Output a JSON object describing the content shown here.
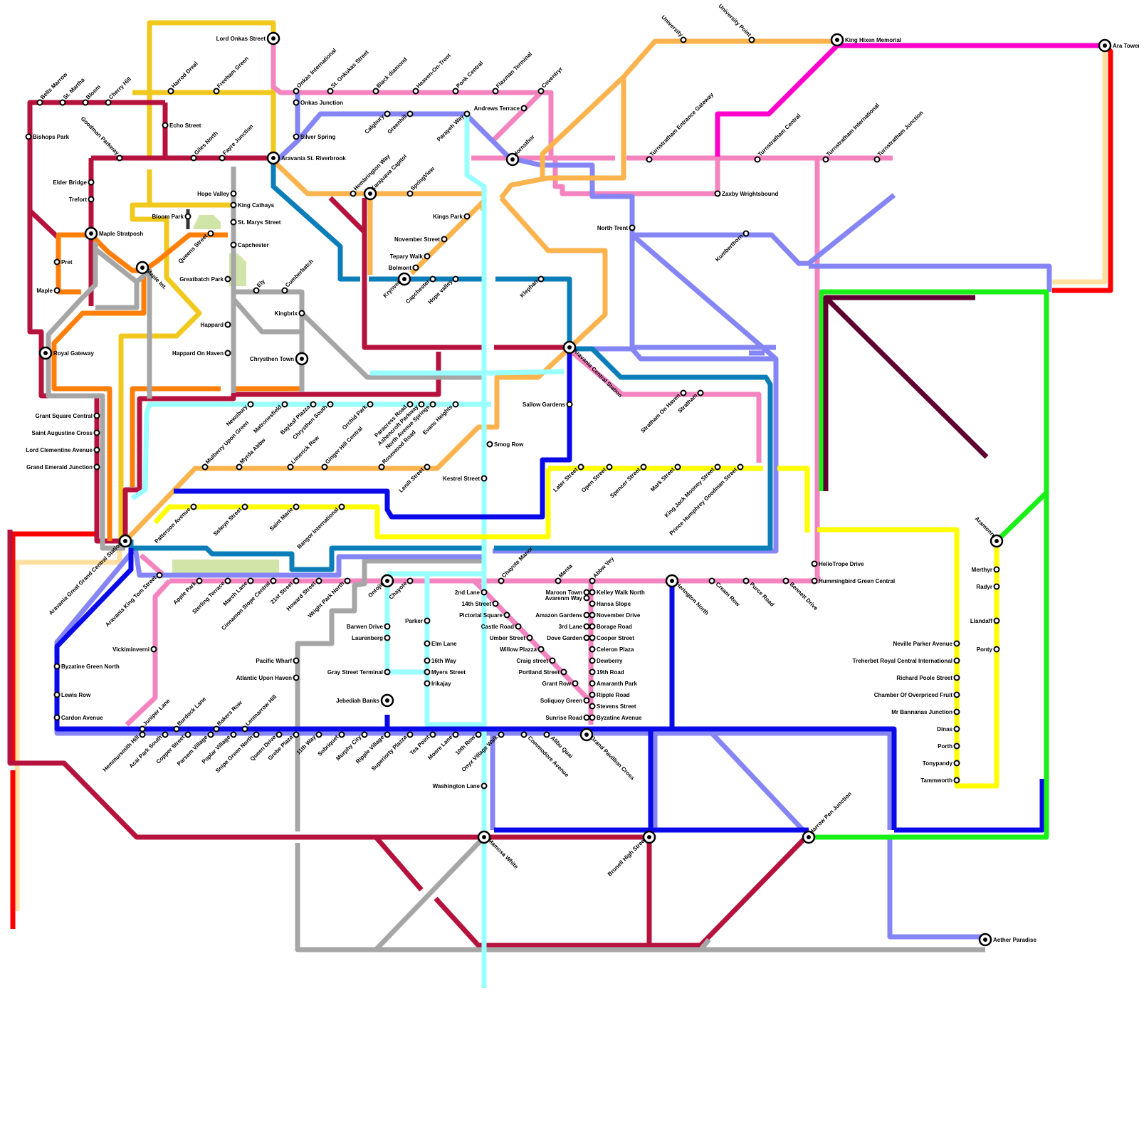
{
  "colors": {
    "crimson": "#b5123d",
    "yellow_gold": "#f0c81e",
    "pink": "#f484c0",
    "orange": "#ff7f0a",
    "gray": "#a6a6a6",
    "lavender": "#8585f5",
    "light_orange": "#fbb34d",
    "teal": "#0b7eba",
    "cyan": "#99ffff",
    "blue": "#0a0ae8",
    "yellow": "#ffff00",
    "magenta": "#ff00cc",
    "red": "#ff0000",
    "beige": "#ffe0a0",
    "green": "#18f018",
    "maroon": "#5e0030",
    "park": "#d1e5a8",
    "dark": "#333333"
  },
  "stations": [
    {
      "id": "s1",
      "name": "Lord Onkas Street"
    },
    {
      "id": "s2",
      "name": "Harrod Dreal"
    },
    {
      "id": "s3",
      "name": "Freeham Green"
    },
    {
      "id": "s4",
      "name": "Bells Marrow"
    },
    {
      "id": "s5",
      "name": "St. Martha"
    },
    {
      "id": "s6",
      "name": "Bloom"
    },
    {
      "id": "s7",
      "name": "Cherry Hill"
    },
    {
      "id": "s8",
      "name": "Bishops Park"
    },
    {
      "id": "s9",
      "name": "Echo Street"
    },
    {
      "id": "s10",
      "name": "Goodman Parkway"
    },
    {
      "id": "s11",
      "name": "Giles North"
    },
    {
      "id": "s12",
      "name": "Fayre Junction"
    },
    {
      "id": "s13",
      "name": "Aravania St. Riverbrook"
    },
    {
      "id": "s14",
      "name": "Elder Bridge"
    },
    {
      "id": "s15",
      "name": "Trefort"
    },
    {
      "id": "s16",
      "name": "Hope Valley"
    },
    {
      "id": "s17",
      "name": "King Cathays"
    },
    {
      "id": "s18",
      "name": "Bloom Park"
    },
    {
      "id": "s19",
      "name": "St. Marys Street"
    },
    {
      "id": "s20",
      "name": "Maple Stratposh"
    },
    {
      "id": "s21",
      "name": "Queens Street"
    },
    {
      "id": "s22",
      "name": "Capchester"
    },
    {
      "id": "s23",
      "name": "Pret"
    },
    {
      "id": "s24",
      "name": "Maple Int."
    },
    {
      "id": "s25",
      "name": "Maple"
    },
    {
      "id": "s26",
      "name": "Greatbatch Park"
    },
    {
      "id": "s27",
      "name": "Ely"
    },
    {
      "id": "s28",
      "name": "Cumberbatch"
    },
    {
      "id": "s29",
      "name": "Kingbrix"
    },
    {
      "id": "s30",
      "name": "Happard"
    },
    {
      "id": "s31",
      "name": "Royal Gateway"
    },
    {
      "id": "s32",
      "name": "Happard On Haven"
    },
    {
      "id": "s33",
      "name": "Chrysthen Town"
    },
    {
      "id": "s34",
      "name": "Onkas International"
    },
    {
      "id": "s35",
      "name": "St. Onkukas Street"
    },
    {
      "id": "s36",
      "name": "Black diamond"
    },
    {
      "id": "s37",
      "name": "Heaven-On-Trent"
    },
    {
      "id": "s38",
      "name": "Ponk Central"
    },
    {
      "id": "s39",
      "name": "Flaxman Terminal"
    },
    {
      "id": "s40",
      "name": "Coventryr"
    },
    {
      "id": "s41",
      "name": "Onkas Junction"
    },
    {
      "id": "s42",
      "name": "Andrews Terrace"
    },
    {
      "id": "s43",
      "name": "Calgbury"
    },
    {
      "id": "s44",
      "name": "Greenhill"
    },
    {
      "id": "s45",
      "name": "Parayeh Way"
    },
    {
      "id": "s46",
      "name": "Silver Spring"
    },
    {
      "id": "s47",
      "name": "Hornsthor"
    },
    {
      "id": "s48",
      "name": "Hembrington Way"
    },
    {
      "id": "s49",
      "name": "Karajuava Capitol"
    },
    {
      "id": "s50",
      "name": "SpringView"
    },
    {
      "id": "s51",
      "name": "Kings Park"
    },
    {
      "id": "s52",
      "name": "November Street"
    },
    {
      "id": "s53",
      "name": "Tepary Walk"
    },
    {
      "id": "s54",
      "name": "Bolmont"
    },
    {
      "id": "s55",
      "name": "Krynven"
    },
    {
      "id": "s56",
      "name": "Capchester"
    },
    {
      "id": "s57",
      "name": "Hope valley"
    },
    {
      "id": "s58",
      "name": "Klephan"
    },
    {
      "id": "s59",
      "name": "University"
    },
    {
      "id": "s60",
      "name": "University Point"
    },
    {
      "id": "s61",
      "name": "King Hixen Memorial"
    },
    {
      "id": "s62",
      "name": "Ara Tower"
    },
    {
      "id": "s63",
      "name": "Turnstratham Entrance Gateway"
    },
    {
      "id": "s64",
      "name": "Turnstratham Central"
    },
    {
      "id": "s65",
      "name": "Turnstratham International"
    },
    {
      "id": "s66",
      "name": "Turnstratham Junction"
    },
    {
      "id": "s67",
      "name": "Zaxby Wrightsbound"
    },
    {
      "id": "s68",
      "name": "North Trent"
    },
    {
      "id": "s69",
      "name": "Kumberthorn"
    },
    {
      "id": "s70",
      "name": "Aravania Central Station"
    },
    {
      "id": "s71",
      "name": "Sallow Gardens"
    },
    {
      "id": "s72",
      "name": "Stratham On Haven"
    },
    {
      "id": "s73",
      "name": "Stratham"
    },
    {
      "id": "s74",
      "name": "Grant Square Central"
    },
    {
      "id": "s75",
      "name": "Saint Augustine Cross"
    },
    {
      "id": "s76",
      "name": "Lord Clementine Avenue"
    },
    {
      "id": "s77",
      "name": "Grand Emerald Junction"
    },
    {
      "id": "s78",
      "name": "Newsbury"
    },
    {
      "id": "s79",
      "name": "Matronesfield"
    },
    {
      "id": "s80",
      "name": "Bayleaf Plazza"
    },
    {
      "id": "s81",
      "name": "Chrysthen South"
    },
    {
      "id": "s82",
      "name": "Orchid Park"
    },
    {
      "id": "s83",
      "name": "Paracress Road"
    },
    {
      "id": "s84",
      "name": "Ashencroft Parkway"
    },
    {
      "id": "s85",
      "name": "North Avenue Springs"
    },
    {
      "id": "s86",
      "name": "Evans Heights"
    },
    {
      "id": "s87",
      "name": "Smog Row"
    },
    {
      "id": "s88",
      "name": "Mulberry Upon Green"
    },
    {
      "id": "s89",
      "name": "Myrda Abbw"
    },
    {
      "id": "s90",
      "name": "Limerick Row"
    },
    {
      "id": "s91",
      "name": "Ginger Hill Central"
    },
    {
      "id": "s92",
      "name": "Rosewood Road"
    },
    {
      "id": "s93",
      "name": "Lenill Street"
    },
    {
      "id": "s94",
      "name": "Kestrel Street"
    },
    {
      "id": "s95",
      "name": "Later Street"
    },
    {
      "id": "s96",
      "name": "Open Street"
    },
    {
      "id": "s97",
      "name": "Spencer Street"
    },
    {
      "id": "s98",
      "name": "Mark Street"
    },
    {
      "id": "s99",
      "name": "King Jack Mooney Street"
    },
    {
      "id": "s100",
      "name": "Prince Humphrey Goodman Street"
    },
    {
      "id": "s101",
      "name": "Patterson Avenue"
    },
    {
      "id": "s102",
      "name": "Selwyn Street"
    },
    {
      "id": "s103",
      "name": "Saint Marie"
    },
    {
      "id": "s104",
      "name": "Bangor International"
    },
    {
      "id": "s105",
      "name": "Aramonru"
    },
    {
      "id": "s106",
      "name": "Aravania Great Grand Central Station"
    },
    {
      "id": "s107",
      "name": "Aravania King Tom Street"
    },
    {
      "id": "s108",
      "name": "Apple Park"
    },
    {
      "id": "s109",
      "name": "Sterling Terrace"
    },
    {
      "id": "s110",
      "name": "March Lane"
    },
    {
      "id": "s111",
      "name": "Cinnamon Slope Central"
    },
    {
      "id": "s112",
      "name": "21st Street"
    },
    {
      "id": "s113",
      "name": "Howard Street"
    },
    {
      "id": "s114",
      "name": "Wright Park North"
    },
    {
      "id": "s115",
      "name": "Ontojin"
    },
    {
      "id": "s116",
      "name": "Chayote"
    },
    {
      "id": "s117",
      "name": "Chayote Manor"
    },
    {
      "id": "s118",
      "name": "Menta"
    },
    {
      "id": "s119",
      "name": "Abbw Vey"
    },
    {
      "id": "s120",
      "name": "Herington North"
    },
    {
      "id": "s121",
      "name": "Cream Row"
    },
    {
      "id": "s122",
      "name": "Purce Road"
    },
    {
      "id": "s123",
      "name": "Bennett Drive"
    },
    {
      "id": "s124",
      "name": "HelioTrope Drive"
    },
    {
      "id": "s125",
      "name": "Hummingbird Green Central"
    },
    {
      "id": "s126",
      "name": "Merthyr"
    },
    {
      "id": "s127",
      "name": "Radyr"
    },
    {
      "id": "s128",
      "name": "Llandaff"
    },
    {
      "id": "s129",
      "name": "Ponty"
    },
    {
      "id": "s130",
      "name": "2nd Lane"
    },
    {
      "id": "s131",
      "name": "14th Street"
    },
    {
      "id": "s132",
      "name": "Pictorial Square"
    },
    {
      "id": "s133",
      "name": "Castle Road"
    },
    {
      "id": "s134",
      "name": "Umber Street"
    },
    {
      "id": "s135",
      "name": "Willow Plazza"
    },
    {
      "id": "s136",
      "name": "Craig street"
    },
    {
      "id": "s137",
      "name": "Portland Street"
    },
    {
      "id": "s138",
      "name": "Grant Row"
    },
    {
      "id": "s139",
      "name": "Soliquoy Green"
    },
    {
      "id": "s140",
      "name": "Sunrise Road"
    },
    {
      "id": "s141",
      "name": "Maroon Town"
    },
    {
      "id": "s142",
      "name": "Avarenm Way"
    },
    {
      "id": "s143",
      "name": "Amazon Gardens"
    },
    {
      "id": "s144",
      "name": "3rd Lane"
    },
    {
      "id": "s145",
      "name": "Dove Garden"
    },
    {
      "id": "s146",
      "name": "Kelley Walk North"
    },
    {
      "id": "s147",
      "name": "Hansa Slope"
    },
    {
      "id": "s148",
      "name": "November Drive"
    },
    {
      "id": "s149",
      "name": "Borage Road"
    },
    {
      "id": "s150",
      "name": "Cooper Street"
    },
    {
      "id": "s151",
      "name": "Celeron Plaza"
    },
    {
      "id": "s152",
      "name": "Dewberry"
    },
    {
      "id": "s153",
      "name": "19th Road"
    },
    {
      "id": "s154",
      "name": "Amaranth Park"
    },
    {
      "id": "s155",
      "name": "Ripple Road"
    },
    {
      "id": "s156",
      "name": "Stevens Street"
    },
    {
      "id": "s157",
      "name": "Byzatine Avenue"
    },
    {
      "id": "s158",
      "name": "Barwen Drive"
    },
    {
      "id": "s159",
      "name": "Laurenberg"
    },
    {
      "id": "s160",
      "name": "Parker"
    },
    {
      "id": "s161",
      "name": "Elm Lane"
    },
    {
      "id": "s162",
      "name": "16th Way"
    },
    {
      "id": "s163",
      "name": "Myers Street"
    },
    {
      "id": "s164",
      "name": "Irikajay"
    },
    {
      "id": "s165",
      "name": "Gray Street Terminal"
    },
    {
      "id": "s166",
      "name": "Jebediah Banks"
    },
    {
      "id": "s167",
      "name": "Vickiminverni"
    },
    {
      "id": "s168",
      "name": "Byzatine Green North"
    },
    {
      "id": "s169",
      "name": "Lewis Row"
    },
    {
      "id": "s170",
      "name": "Cardon Avenue"
    },
    {
      "id": "s171",
      "name": "Pacific Wharf"
    },
    {
      "id": "s172",
      "name": "Atlantic Upon Haven"
    },
    {
      "id": "s173",
      "name": "Neville Parker Avenue"
    },
    {
      "id": "s174",
      "name": "Treherbet Royal Central International"
    },
    {
      "id": "s175",
      "name": "Richard Poole Street"
    },
    {
      "id": "s176",
      "name": "Chamber Of Overpriced Fruit"
    },
    {
      "id": "s177",
      "name": "Mr Bannanas Junction"
    },
    {
      "id": "s178",
      "name": "Dinas"
    },
    {
      "id": "s179",
      "name": "Porth"
    },
    {
      "id": "s180",
      "name": "Tonypandy"
    },
    {
      "id": "s181",
      "name": "Tammworth"
    },
    {
      "id": "s182",
      "name": "Juniper Lane"
    },
    {
      "id": "s183",
      "name": "Hemmursmith Hill"
    },
    {
      "id": "s184",
      "name": "Burdock Lane"
    },
    {
      "id": "s185",
      "name": "Acai Park South"
    },
    {
      "id": "s186",
      "name": "Copper Street"
    },
    {
      "id": "s187",
      "name": "Bakers Row"
    },
    {
      "id": "s188",
      "name": "Parsem Village"
    },
    {
      "id": "s189",
      "name": "Lenmarrow Hill"
    },
    {
      "id": "s190",
      "name": "Poplar Village"
    },
    {
      "id": "s191",
      "name": "Snipe Green North"
    },
    {
      "id": "s192",
      "name": "Queen Drive"
    },
    {
      "id": "s193",
      "name": "Grebe Plaza"
    },
    {
      "id": "s194",
      "name": "11th Way"
    },
    {
      "id": "s195",
      "name": "Sobriquet"
    },
    {
      "id": "s196",
      "name": "Murphy City"
    },
    {
      "id": "s197",
      "name": "Ripple Village"
    },
    {
      "id": "s198",
      "name": "Superiorty Plazza"
    },
    {
      "id": "s199",
      "name": "Tea Point"
    },
    {
      "id": "s200",
      "name": "Moore Lane"
    },
    {
      "id": "s201",
      "name": "10th Row"
    },
    {
      "id": "s202",
      "name": "Onyx Village Walk"
    },
    {
      "id": "s203",
      "name": "Commodore Avenue"
    },
    {
      "id": "s204",
      "name": "Alibu Quai"
    },
    {
      "id": "s205",
      "name": "Grand Pavillion Cross"
    },
    {
      "id": "s206",
      "name": "Washington Lane"
    },
    {
      "id": "s207",
      "name": "Mamosa White"
    },
    {
      "id": "s208",
      "name": "Brunell High Street"
    },
    {
      "id": "s209",
      "name": "Harrow Pen Junction"
    },
    {
      "id": "s210",
      "name": "Aether Paradise"
    }
  ]
}
